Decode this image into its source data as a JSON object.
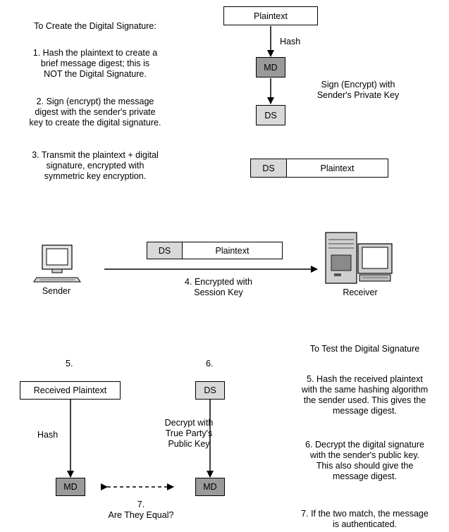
{
  "create": {
    "heading": "To Create the Digital Signature:",
    "step1": [
      "1. Hash the plaintext to create a",
      "brief message digest; this is",
      "NOT the Digital Signature."
    ],
    "step2": [
      "2. Sign (encrypt) the message",
      "digest with the sender's private",
      "key to create the digital signature."
    ],
    "step3": [
      "3. Transmit the plaintext + digital",
      "signature, encrypted with",
      "symmetric key encryption."
    ]
  },
  "flow_top": {
    "plaintext": "Plaintext",
    "hash_label": "Hash",
    "md": "MD",
    "sign_label": [
      "Sign (Encrypt) with",
      "Sender's Private Key"
    ],
    "ds": "DS",
    "combo_ds": "DS",
    "combo_plaintext": "Plaintext"
  },
  "transmit": {
    "packet_ds": "DS",
    "packet_plaintext": "Plaintext",
    "sender_label": "Sender",
    "receiver_label": "Receiver",
    "arrow_label": [
      "4. Encrypted with",
      "Session Key"
    ]
  },
  "test": {
    "heading": "To Test the Digital Signature",
    "step5": [
      "5. Hash the received plaintext",
      "with the same hashing algorithm",
      "the sender used. This gives the",
      "message digest."
    ],
    "step6": [
      "6. Decrypt the digital signature",
      "with the sender's public key.",
      "This also should give the",
      "message digest."
    ],
    "step7": [
      "7. If the two match, the message",
      "is authenticated."
    ]
  },
  "flow_bottom": {
    "num5": "5.",
    "num6": "6.",
    "received_plaintext": "Received Plaintext",
    "ds": "DS",
    "hash_label": "Hash",
    "decrypt_label": [
      "Decrypt with",
      "True Party's",
      "Public Key"
    ],
    "md_left": "MD",
    "md_right": "MD",
    "num7": "7.",
    "equal_label": "Are They Equal?"
  },
  "colors": {
    "md_fill": "#9a9a9a",
    "ds_fill": "#d9d9d9"
  }
}
